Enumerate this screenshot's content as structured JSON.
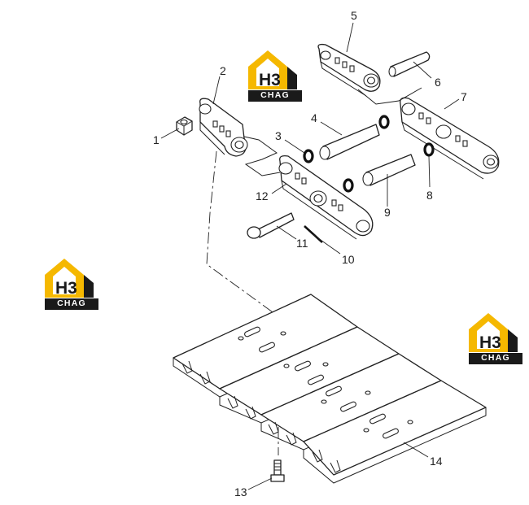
{
  "logo": {
    "mark": "H3",
    "word": "CHAG"
  },
  "callouts": [
    {
      "id": "1",
      "text": "1"
    },
    {
      "id": "2",
      "text": "2"
    },
    {
      "id": "3",
      "text": "3"
    },
    {
      "id": "4",
      "text": "4"
    },
    {
      "id": "5",
      "text": "5"
    },
    {
      "id": "6",
      "text": "6"
    },
    {
      "id": "7",
      "text": "7"
    },
    {
      "id": "8",
      "text": "8"
    },
    {
      "id": "9",
      "text": "9"
    },
    {
      "id": "10",
      "text": "10"
    },
    {
      "id": "11",
      "text": "11"
    },
    {
      "id": "12",
      "text": "12"
    },
    {
      "id": "13",
      "text": "13"
    },
    {
      "id": "14",
      "text": "14"
    }
  ],
  "colors": {
    "logo_gold": "#f5b800",
    "logo_dark": "#1a1a1a",
    "line": "#222222"
  }
}
